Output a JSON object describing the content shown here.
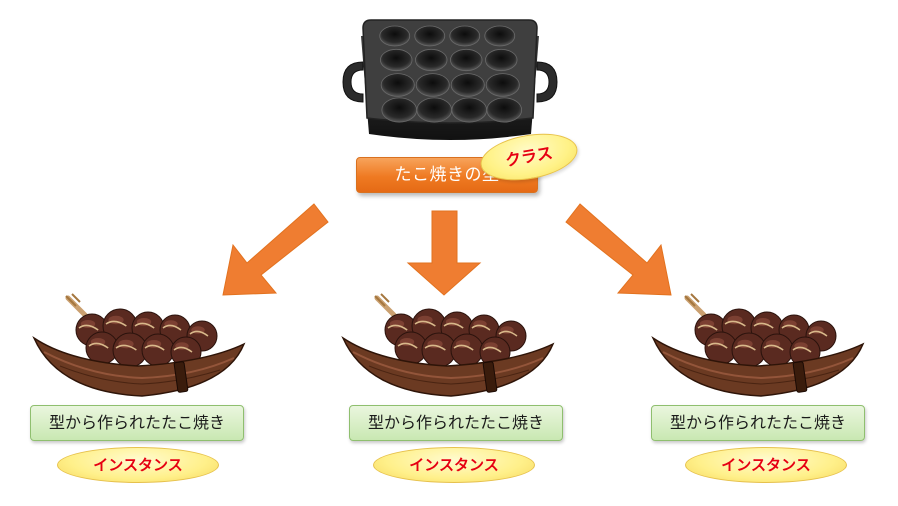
{
  "class_node": {
    "label": "たこ焼きの型",
    "badge": "クラス",
    "image": "takoyaki-pan-icon"
  },
  "instances": [
    {
      "label": "型から作られたたこ焼き",
      "badge": "インスタンス",
      "image": "takoyaki-boat-icon"
    },
    {
      "label": "型から作られたたこ焼き",
      "badge": "インスタンス",
      "image": "takoyaki-boat-icon"
    },
    {
      "label": "型から作られたたこ焼き",
      "badge": "インスタンス",
      "image": "takoyaki-boat-icon"
    }
  ],
  "colors": {
    "arrow": "#ef7d31",
    "class_box": "#ef7a22",
    "instance_box": "#c9e8b2",
    "badge_fill": "#fff287",
    "badge_text": "#e60012"
  }
}
